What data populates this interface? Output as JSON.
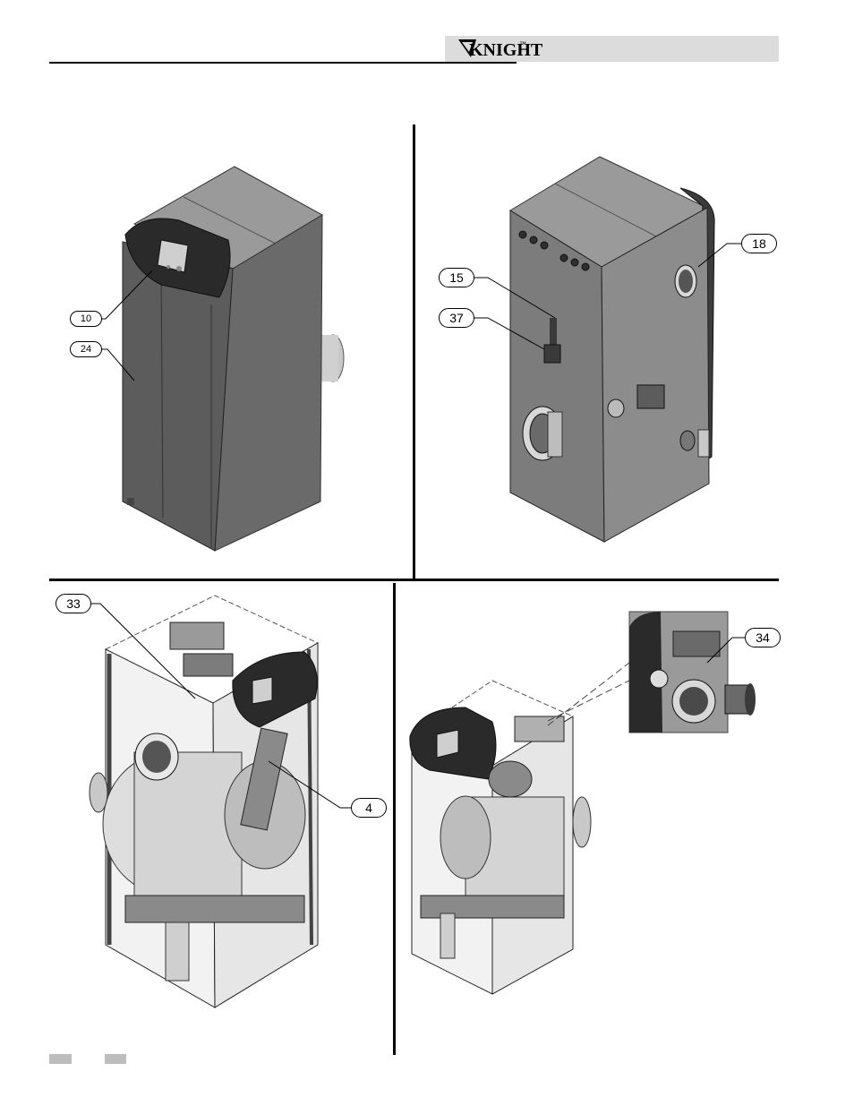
{
  "header": {
    "brand": "KNIGHT",
    "trademark": "™"
  },
  "callouts": {
    "c10": "10",
    "c24": "24",
    "c15": "15",
    "c37": "37",
    "c18": "18",
    "c33": "33",
    "c4": "4",
    "c34": "34"
  },
  "colors": {
    "header_bar": "#dcdcdc",
    "cabinet_dark": "#5a5a5a",
    "cabinet_mid": "#7a7a7a",
    "cabinet_light": "#a8a8a8",
    "bezel": "#2a2a2a",
    "footer_marks": "#bdbdbd"
  }
}
